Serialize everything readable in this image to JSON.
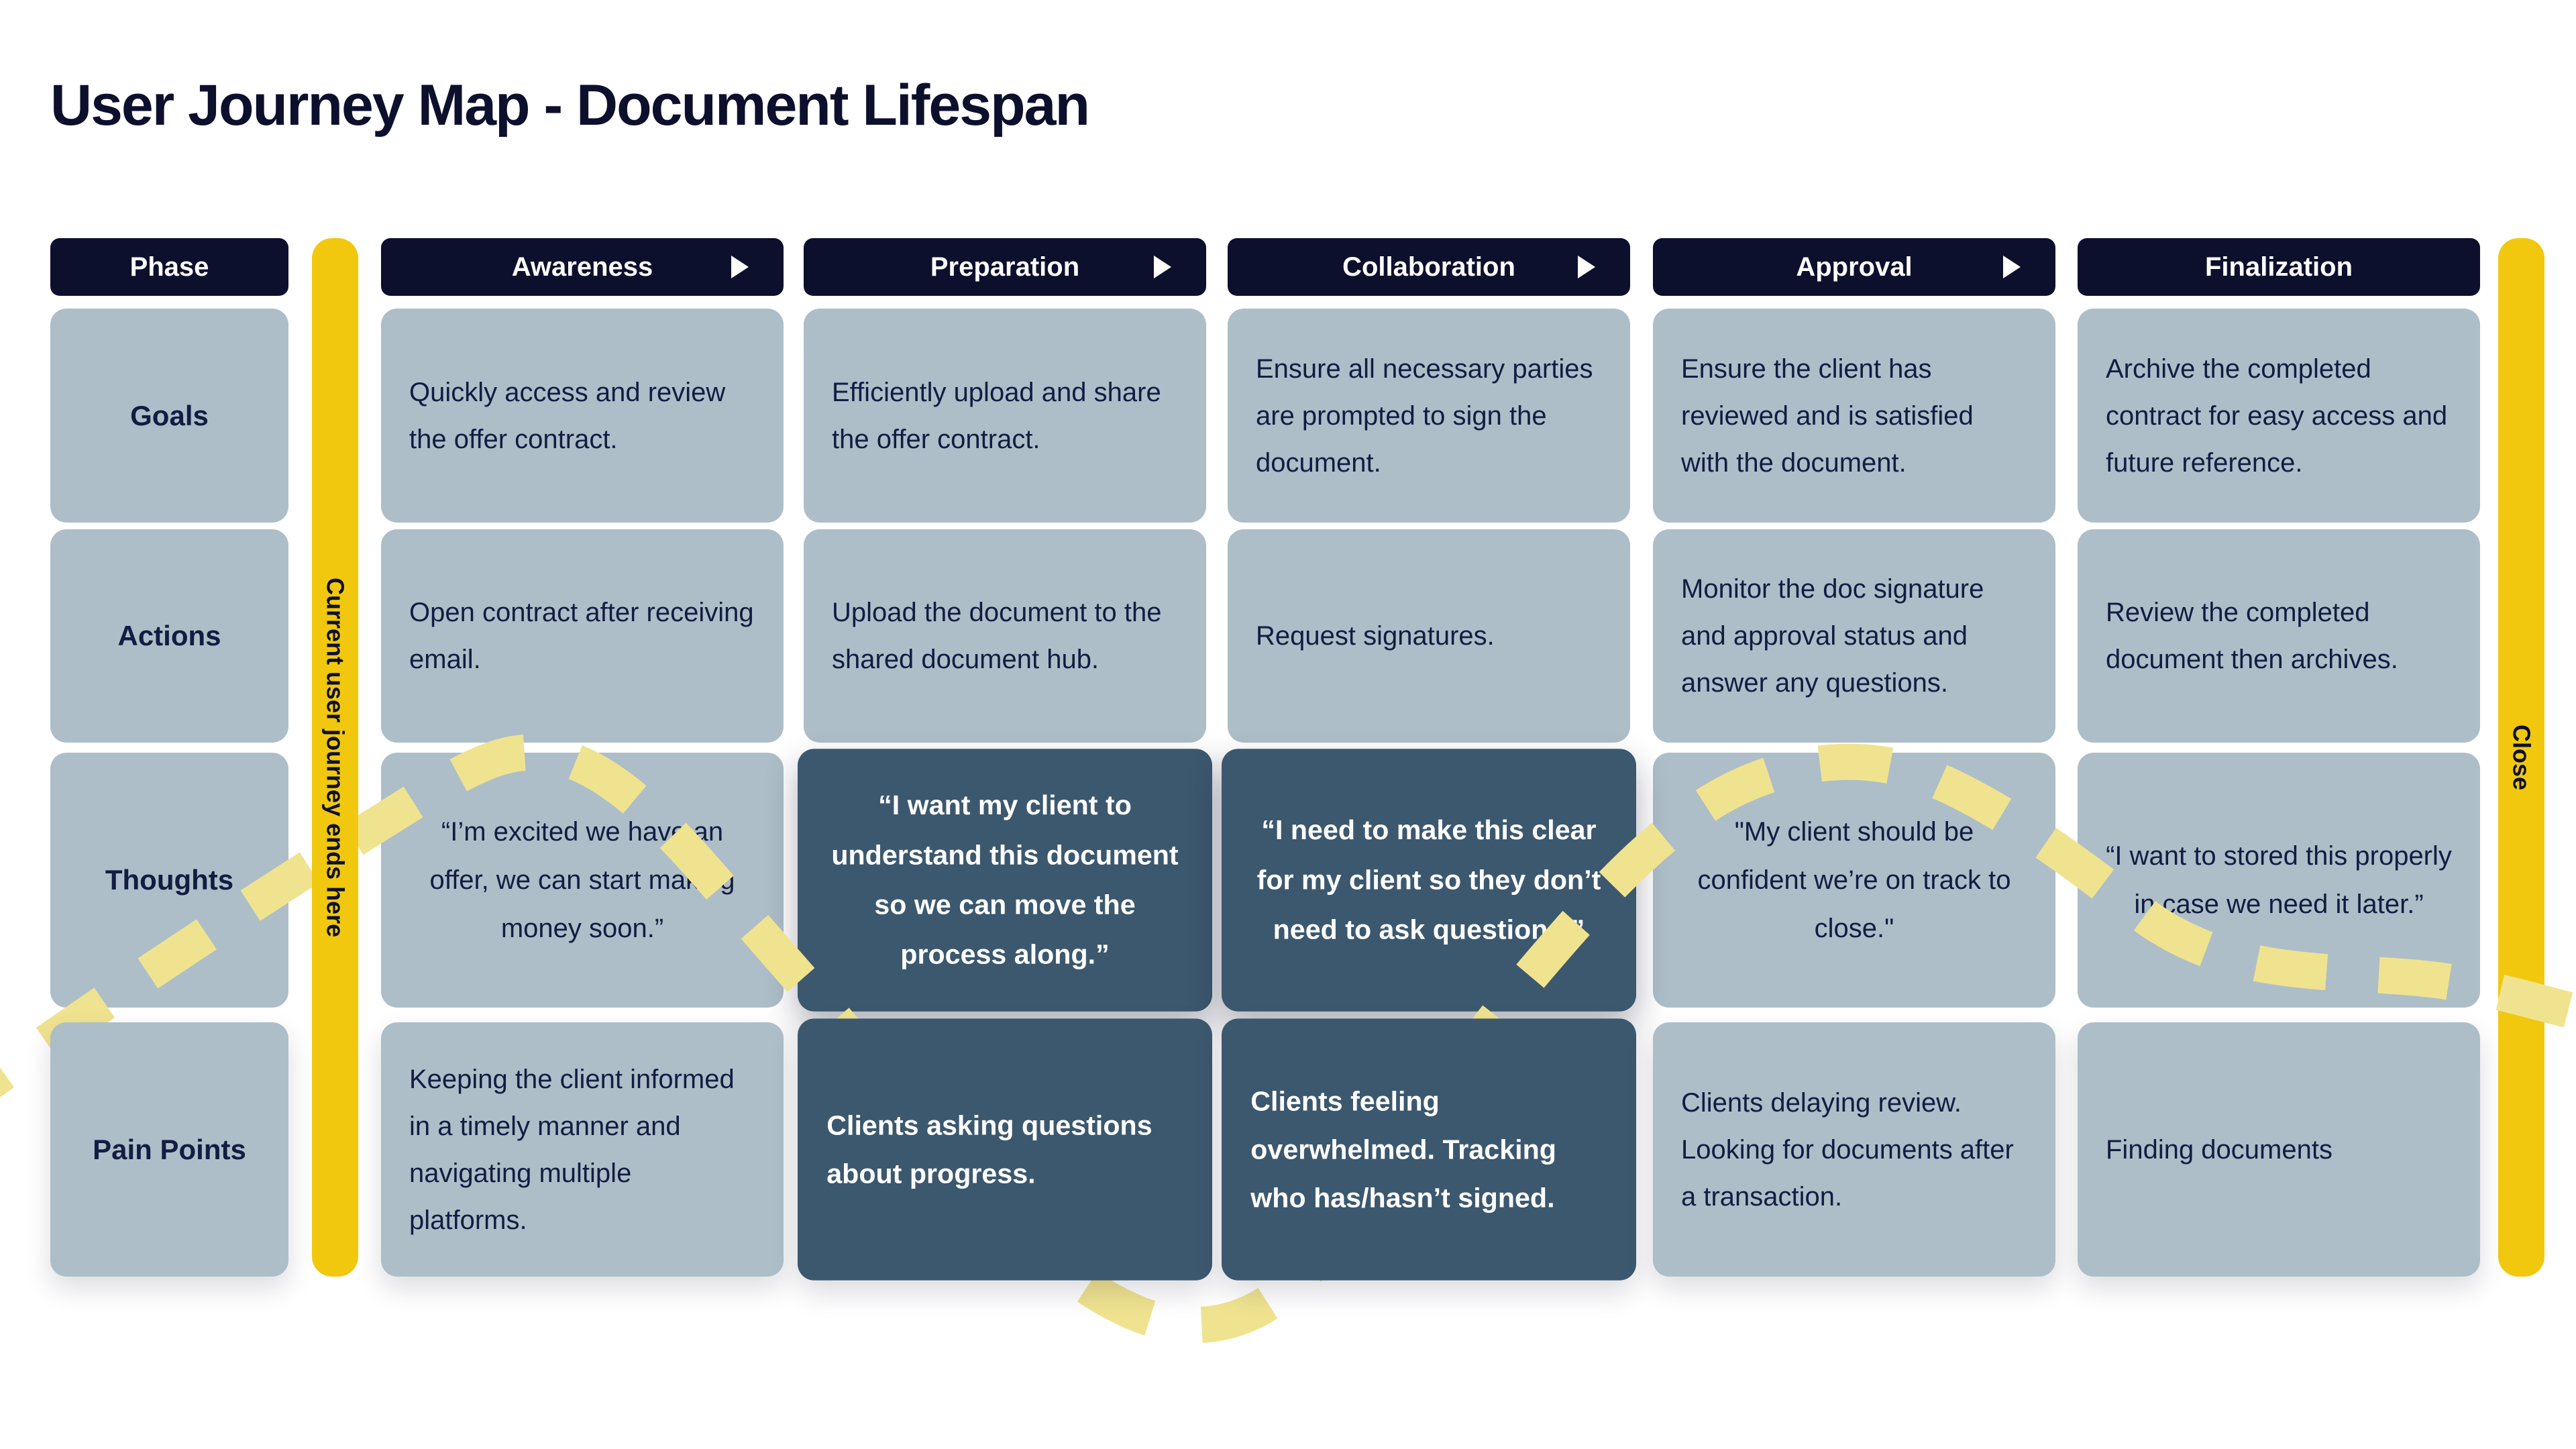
{
  "title": "User Journey Map - Document Lifespan",
  "header": {
    "phase": "Phase",
    "stages": [
      "Awareness",
      "Preparation",
      "Collaboration",
      "Approval",
      "Finalization"
    ]
  },
  "ribbons": {
    "left": "Current user journey ends here",
    "right": "Close"
  },
  "rows": {
    "goals": {
      "label": "Goals",
      "cells": [
        "Quickly access and review the offer contract.",
        "Efficiently upload and share the offer contract.",
        "Ensure all necessary parties are prompted to sign the document.",
        "Ensure the client has reviewed and is satisfied with the document.",
        "Archive the completed contract for easy access and future reference."
      ]
    },
    "actions": {
      "label": "Actions",
      "cells": [
        "Open contract after receiving email.",
        "Upload the document to the shared document hub.",
        "Request signatures.",
        "Monitor the doc signature and approval status and answer any questions.",
        "Review the completed document then archives."
      ]
    },
    "thoughts": {
      "label": "Thoughts",
      "cells": [
        "“I’m excited we have an offer, we can start making money soon.”",
        "“I want my client to understand this document so we can move the process along.”",
        "“I need to make this clear for my client so they don’t need to ask questions.”",
        "\"My client should be confident we’re on track to close.\"",
        "“I want to stored this properly in case we need it later.”"
      ]
    },
    "pain_points": {
      "label": "Pain Points",
      "cells": [
        "Keeping the client informed in a timely manner and navigating multiple platforms.",
        "Clients asking questions about progress.",
        "Clients feeling overwhelmed. Tracking who has/hasn’t signed.",
        "Clients delaying review. Looking for documents after a transaction.",
        "Finding documents"
      ]
    }
  },
  "colors": {
    "navy": "#0c102d",
    "cell_light": "#aebec8",
    "cell_dark": "#3c586e",
    "gold": "#f1c80e",
    "dash": "#f0e390",
    "text": "#131c42"
  }
}
